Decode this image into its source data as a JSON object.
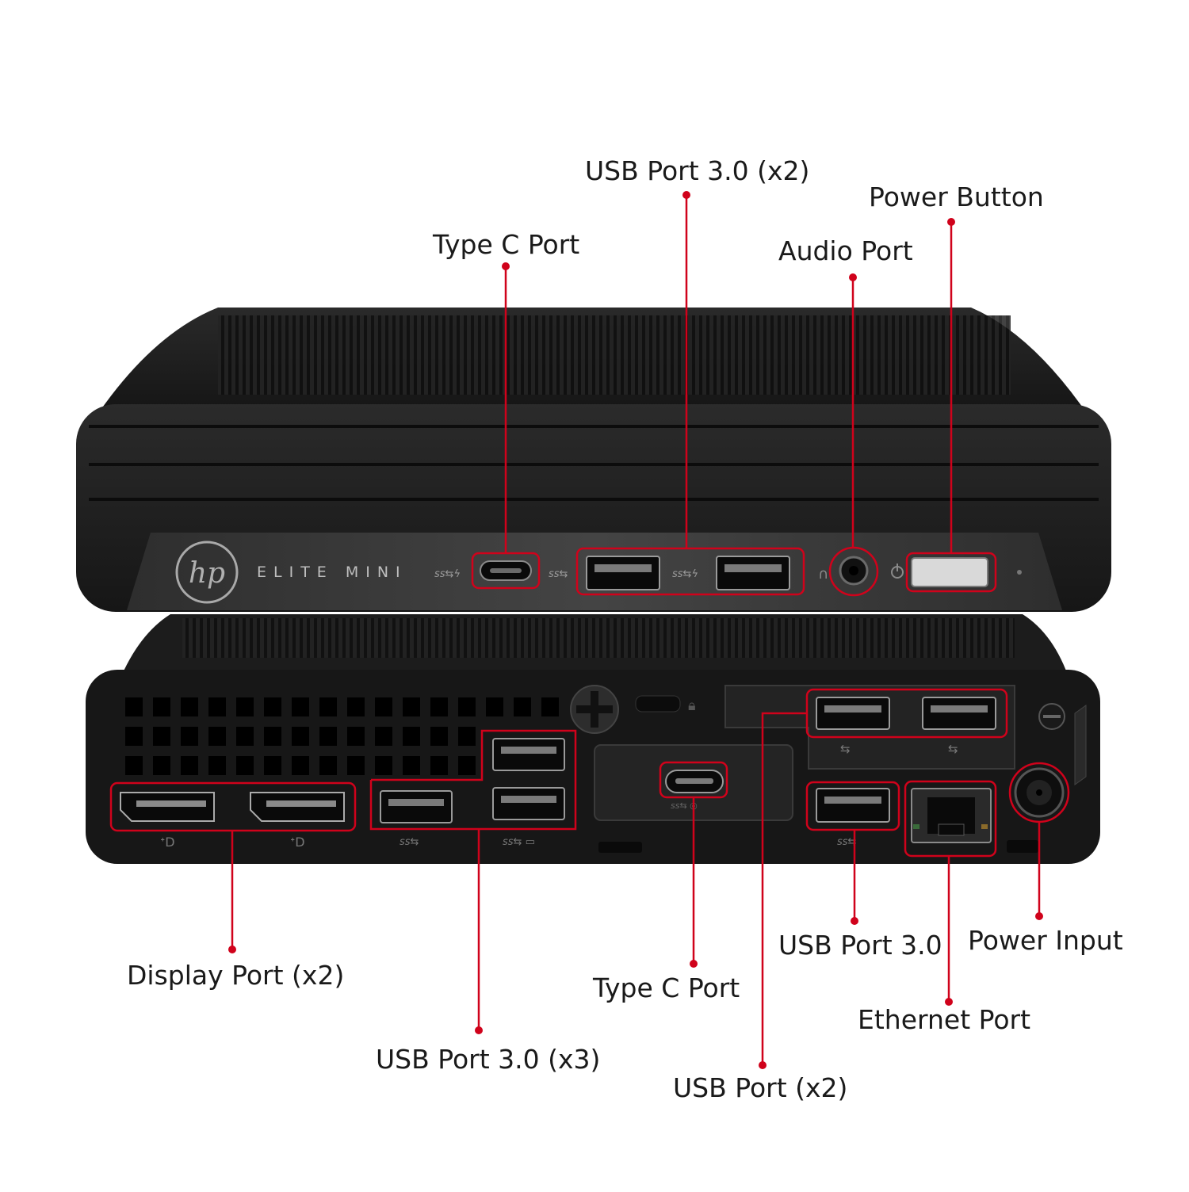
{
  "product": {
    "brand_logo": "hp",
    "model_name": "ELITE MINI"
  },
  "colors": {
    "callout": "#d0021b",
    "chassis": "#1b1b1b",
    "front_panel": "#3a3a3a",
    "label_text": "#1a1a1a",
    "background": "#ffffff"
  },
  "front_callouts": [
    {
      "id": "type-c-front",
      "label": "Type C Port",
      "port_icon": "usb-c-port-icon"
    },
    {
      "id": "usb3-front",
      "label": "USB Port 3.0 (x2)",
      "port_icon": "usb-a-port-icon"
    },
    {
      "id": "audio",
      "label": "Audio Port",
      "port_icon": "audio-jack-icon"
    },
    {
      "id": "power-button",
      "label": "Power Button",
      "port_icon": "power-icon"
    }
  ],
  "rear_callouts": [
    {
      "id": "displayport",
      "label": "Display Port (x2)",
      "port_icon": "displayport-icon"
    },
    {
      "id": "usb3-rear-x3",
      "label": "USB Port 3.0 (x3)",
      "port_icon": "usb-a-port-icon"
    },
    {
      "id": "type-c-rear",
      "label": "Type C Port",
      "port_icon": "usb-c-port-icon"
    },
    {
      "id": "usb-x2",
      "label": "USB Port (x2)",
      "port_icon": "usb-a-port-icon"
    },
    {
      "id": "usb3-rear",
      "label": "USB Port 3.0",
      "port_icon": "usb-a-port-icon"
    },
    {
      "id": "ethernet",
      "label": "Ethernet Port",
      "port_icon": "ethernet-port-icon"
    },
    {
      "id": "power-input",
      "label": "Power Input",
      "port_icon": "dc-power-jack-icon"
    }
  ]
}
